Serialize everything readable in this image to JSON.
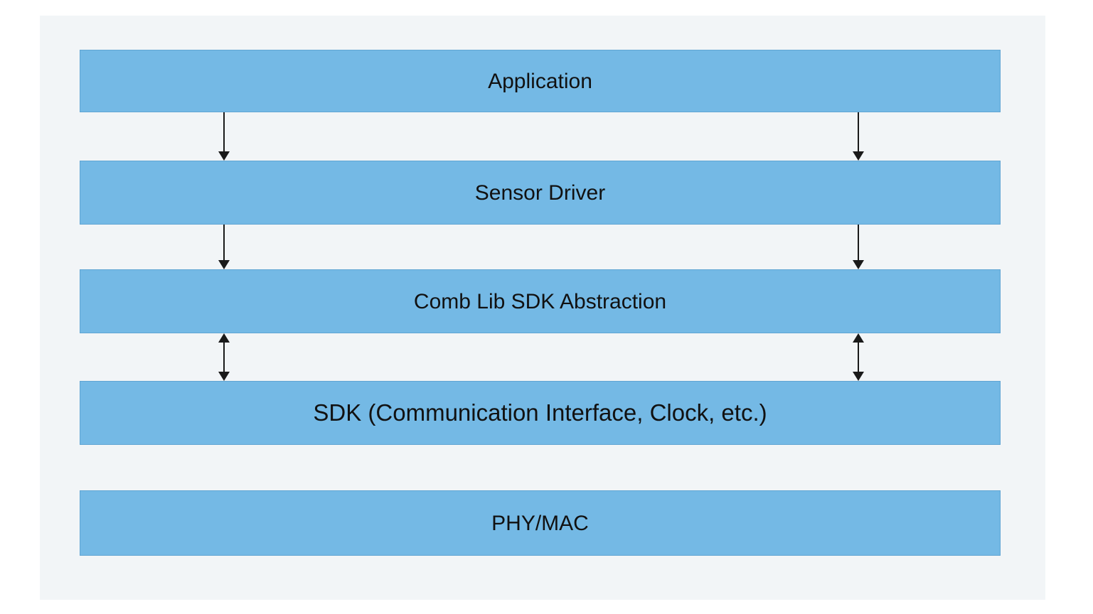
{
  "diagram": {
    "type": "layered-software-stack",
    "colors": {
      "page_background": "#ffffff",
      "panel_background": "#f2f5f7",
      "layer_fill": "#74b9e5",
      "arrow": "#1a1a1a",
      "text": "#111111"
    },
    "layers": [
      {
        "label": "Application"
      },
      {
        "label": "Sensor Driver"
      },
      {
        "label": "Comb Lib SDK Abstraction"
      },
      {
        "label": "SDK (Communication Interface, Clock, etc.)"
      },
      {
        "label": "PHY/MAC"
      }
    ],
    "connections": [
      {
        "from": "Application",
        "to": "Sensor Driver",
        "direction": "down",
        "arrow_count": 2
      },
      {
        "from": "Sensor Driver",
        "to": "Comb Lib SDK Abstraction",
        "direction": "down",
        "arrow_count": 2
      },
      {
        "from": "Comb Lib SDK Abstraction",
        "to": "SDK (Communication Interface, Clock, etc.)",
        "direction": "bidirectional",
        "arrow_count": 2
      },
      {
        "from": "SDK (Communication Interface, Clock, etc.)",
        "to": "PHY/MAC",
        "direction": "none",
        "arrow_count": 0
      }
    ]
  }
}
